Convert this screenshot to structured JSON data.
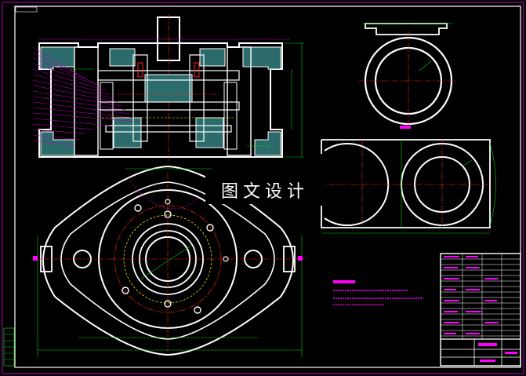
{
  "drawing": {
    "watermark_text": "图文设计",
    "colors": {
      "background": "#000000",
      "outline": "#ffffff",
      "border": "#c000c0",
      "dimension": "#00d000",
      "center_line": "#ff2020",
      "hidden_line": "#ffff00",
      "annotation": "#ff00ff",
      "section_fill": "#2b6b6b"
    },
    "views": [
      "front-section-view",
      "top-view-ring",
      "side-view-double-ring",
      "plan-view-flange"
    ],
    "title_block": "present",
    "technical_notes": "present"
  }
}
